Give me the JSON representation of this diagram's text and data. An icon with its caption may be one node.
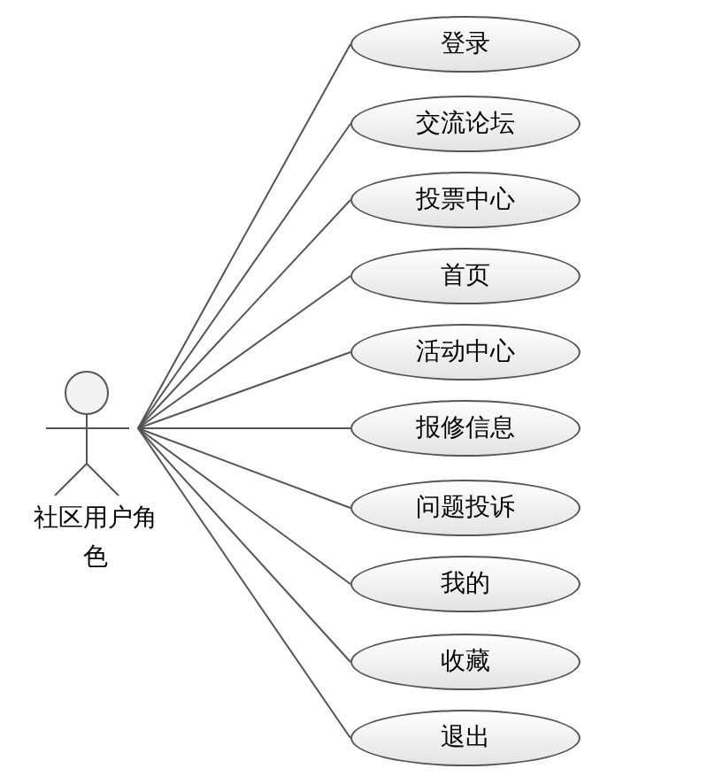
{
  "diagram": {
    "nodes": [
      {
        "text": [
          "社区用户角色"
        ]
      },
      {
        "text": [
          "登录"
        ]
      },
      {
        "text": [
          "交流论坛"
        ]
      },
      {
        "text": [
          "投票中心"
        ]
      },
      {
        "text": [
          "首页"
        ]
      },
      {
        "text": [
          "活动中心"
        ]
      },
      {
        "text": [
          "报修信息"
        ]
      },
      {
        "text": [
          "问题投诉"
        ]
      },
      {
        "text": [
          "我的"
        ]
      },
      {
        "text": [
          "收藏"
        ]
      },
      {
        "text": [
          "退出"
        ]
      }
    ],
    "edges": [
      {
        "from": 0,
        "to": 1,
        "arrow": "none"
      },
      {
        "from": 0,
        "to": 2,
        "arrow": "none"
      },
      {
        "from": 0,
        "to": 3,
        "arrow": "none"
      },
      {
        "from": 0,
        "to": 4,
        "arrow": "none"
      },
      {
        "from": 0,
        "to": 5,
        "arrow": "none"
      },
      {
        "from": 0,
        "to": 6,
        "arrow": "none"
      },
      {
        "from": 0,
        "to": 7,
        "arrow": "none"
      },
      {
        "from": 0,
        "to": 8,
        "arrow": "none"
      },
      {
        "from": 0,
        "to": 9,
        "arrow": "none"
      },
      {
        "from": 0,
        "to": 10,
        "arrow": "none"
      }
    ]
  }
}
